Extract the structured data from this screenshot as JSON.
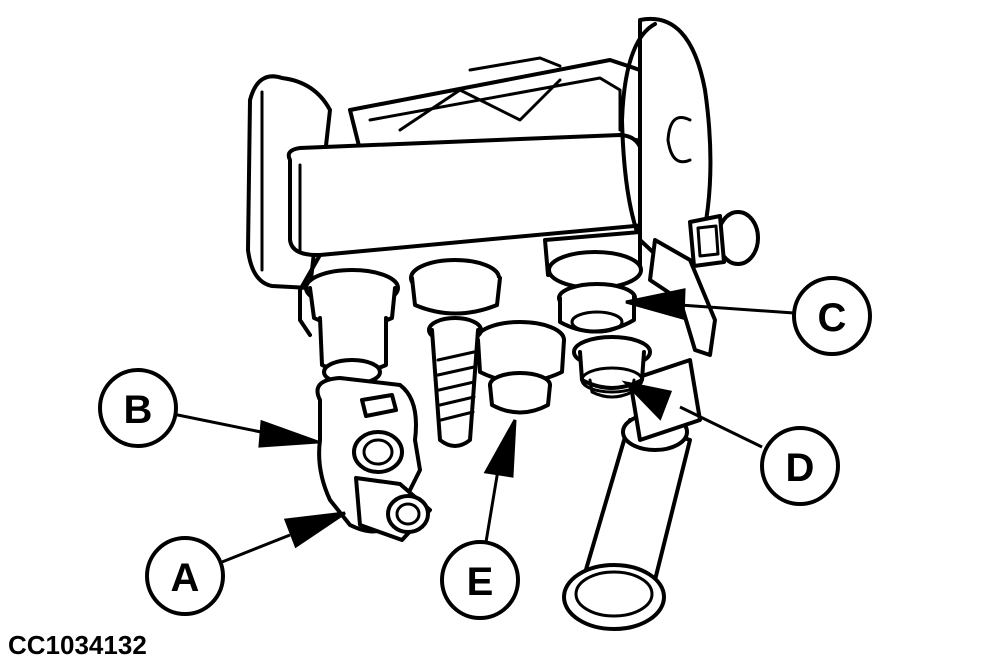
{
  "figure_code": "CC1034132",
  "callouts": {
    "a": "A",
    "b": "B",
    "c": "C",
    "d": "D",
    "e": "E"
  },
  "colors": {
    "line": "#000000",
    "fill": "#ffffff"
  }
}
